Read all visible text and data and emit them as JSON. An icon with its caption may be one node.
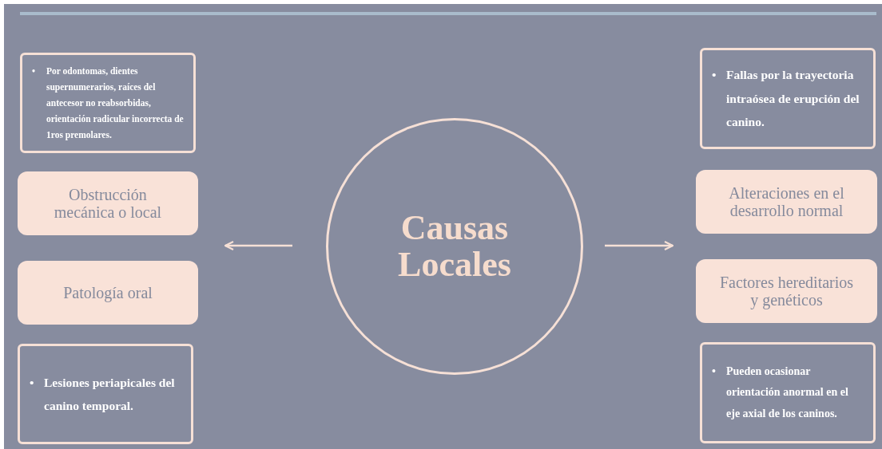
{
  "diagram": {
    "nodes": [
      {
        "text": [
          "Causas Locales"
        ]
      },
      {
        "text": [
          "•",
          "Por odontomas, dientes supernumerarios, raíces del antecesor no reabsorbidas, orientación radicular incorrecta de 1ros premolares."
        ]
      },
      {
        "text": [
          "Obstrucción mecánica o local"
        ]
      },
      {
        "text": [
          "Patología oral"
        ]
      },
      {
        "text": [
          "•",
          "Lesiones periapicales del canino temporal."
        ]
      },
      {
        "text": [
          "•",
          "Fallas por la trayectoria intraósea de erupción del canino."
        ]
      },
      {
        "text": [
          "Alteraciones en el desarrollo normal"
        ]
      },
      {
        "text": [
          "Factores hereditarios y genéticos"
        ]
      },
      {
        "text": [
          "•",
          "Pueden ocasionar orientación anormal en el eje axial de los caninos."
        ]
      }
    ]
  }
}
